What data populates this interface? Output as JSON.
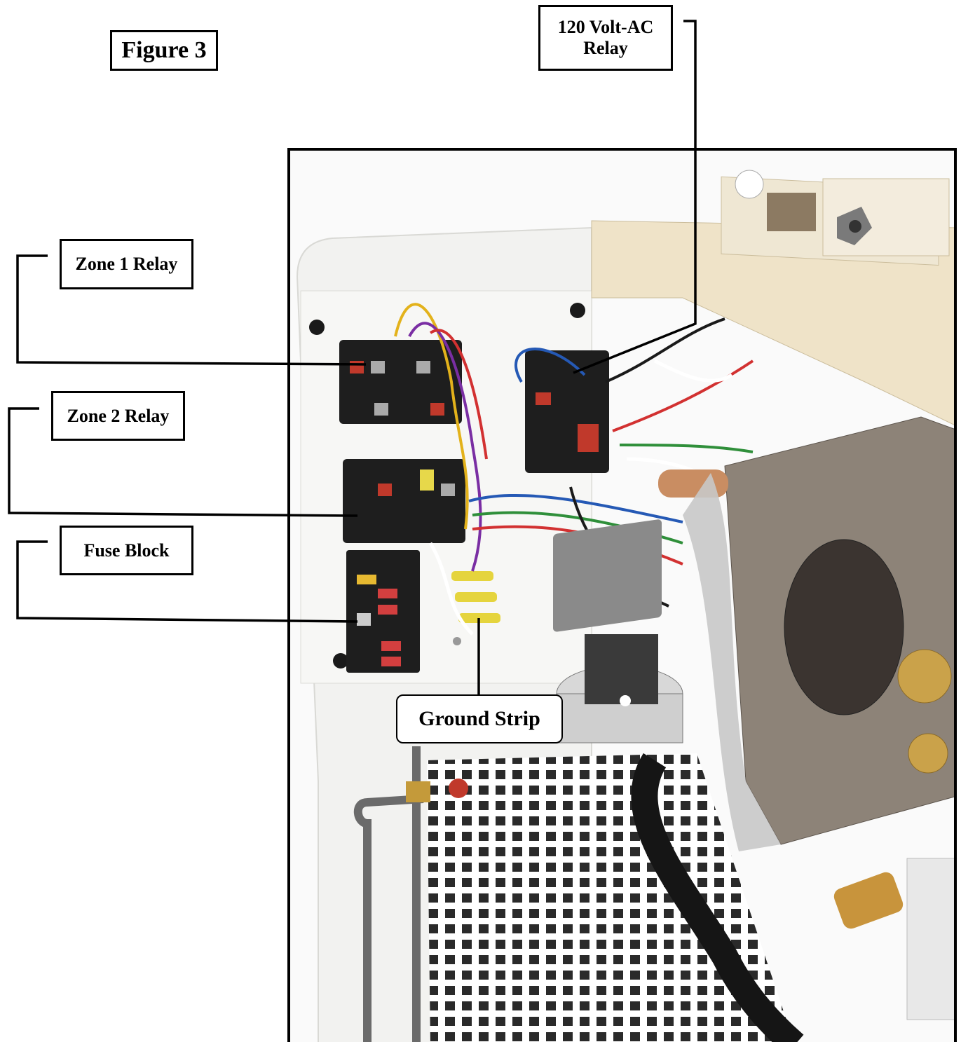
{
  "figure": {
    "title": "Figure 3"
  },
  "callouts": {
    "ac_relay": "120 Volt-AC\nRelay",
    "zone1_relay": "Zone 1 Relay",
    "zone2_relay": "Zone 2 Relay",
    "fuse_block": "Fuse Block",
    "ground_strip": "Ground Strip"
  }
}
